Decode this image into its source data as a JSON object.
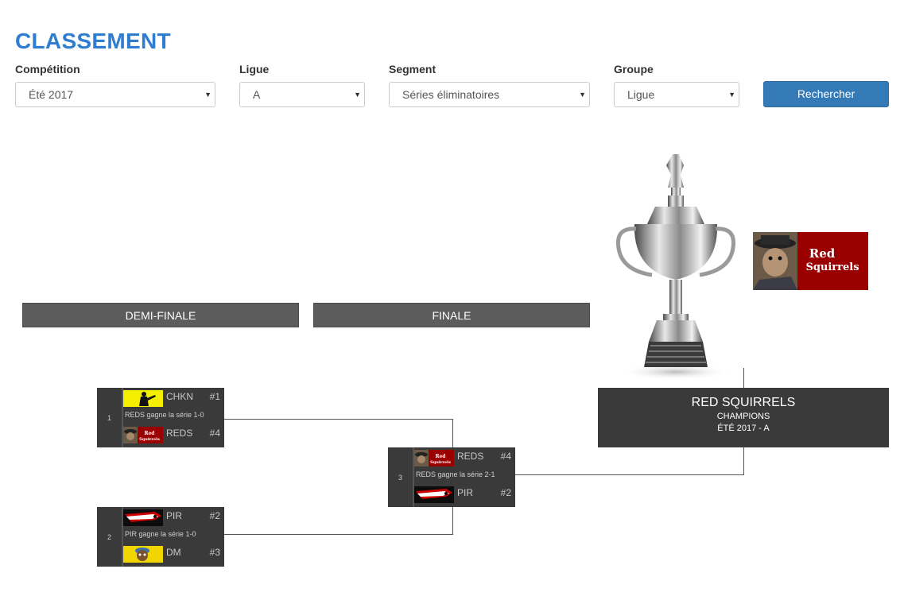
{
  "page": {
    "title": "CLASSEMENT"
  },
  "filters": {
    "competition": {
      "label": "Compétition",
      "value": "Été 2017"
    },
    "league": {
      "label": "Ligue",
      "value": "A"
    },
    "segment": {
      "label": "Segment",
      "value": "Séries éliminatoires"
    },
    "group": {
      "label": "Groupe",
      "value": "Ligue"
    },
    "search_button": "Rechercher"
  },
  "rounds": {
    "semifinal": "DEMI-FINALE",
    "final": "FINALE"
  },
  "matches": [
    {
      "number": "1",
      "result": "REDS gagne la série 1-0",
      "top": {
        "abbr": "CHKN",
        "seed": "#1",
        "logo_text": ""
      },
      "bottom": {
        "abbr": "REDS",
        "seed": "#4",
        "logo_text": "Red Squirrels"
      }
    },
    {
      "number": "2",
      "result": "PIR gagne la série 1-0",
      "top": {
        "abbr": "PIR",
        "seed": "#2",
        "logo_text": ""
      },
      "bottom": {
        "abbr": "DM",
        "seed": "#3",
        "logo_text": ""
      }
    },
    {
      "number": "3",
      "result": "REDS gagne la série 2-1",
      "top": {
        "abbr": "REDS",
        "seed": "#4",
        "logo_text": "Red Squirrels"
      },
      "bottom": {
        "abbr": "PIR",
        "seed": "#2",
        "logo_text": ""
      }
    }
  ],
  "champion": {
    "name": "RED SQUIRRELS",
    "label": "CHAMPIONS",
    "season": "ÉTÉ 2017 - A",
    "logo_text": "Red Squirrels"
  },
  "colors": {
    "accent": "#2e7dd1",
    "button": "#337ab7",
    "header_bar": "#5c5c5c",
    "match_bg": "#3a3a3a",
    "reds_logo_bg": "#9a0000"
  }
}
